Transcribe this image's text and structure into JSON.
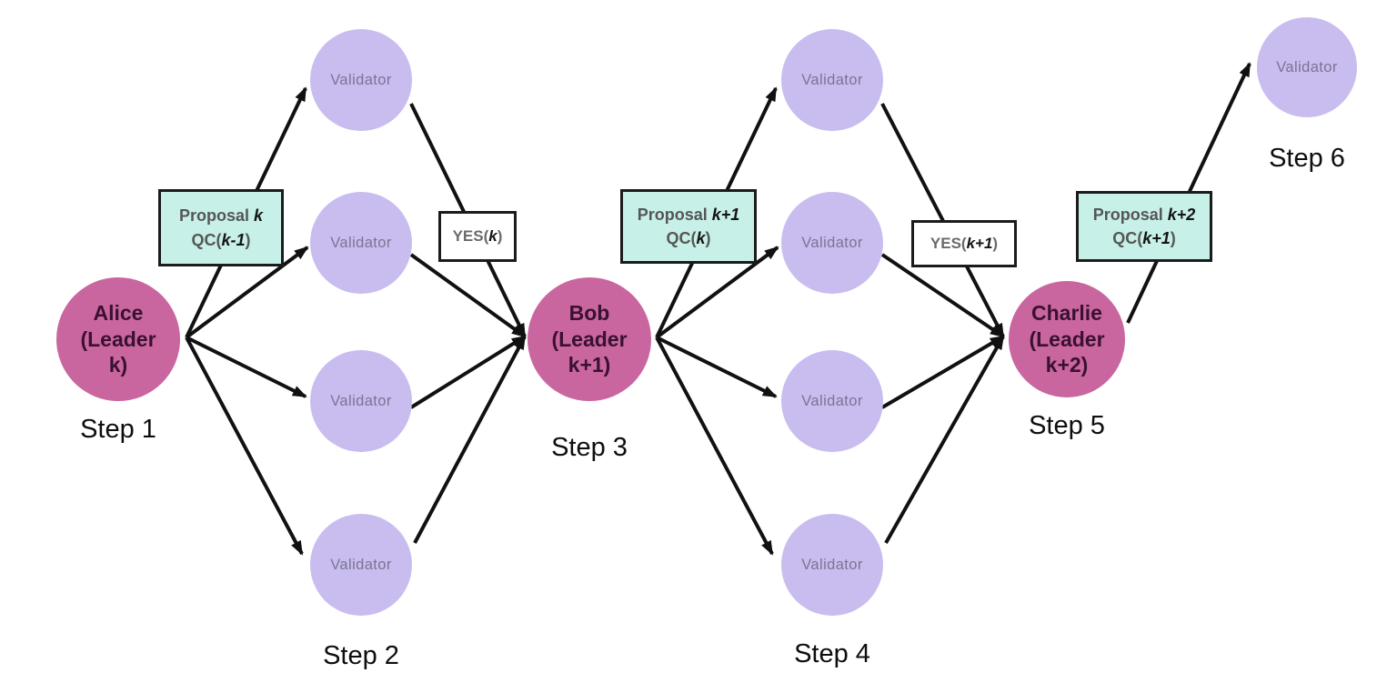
{
  "colors": {
    "background": "#ffffff",
    "leader-fill": "#c9669f",
    "leader-text": "#3a1033",
    "validator-fill": "#c9bdf0",
    "validator-text": "#7b7494",
    "proposal-fill": "#c7f1e8",
    "box-border": "#1b1b1b",
    "yes-fill": "#ffffff",
    "arrow": "#111111",
    "step-text": "#0e0e0e"
  },
  "labels": {
    "validator": "Validator"
  },
  "leaders": [
    {
      "line1": "Alice",
      "line2": "(Leader",
      "line3": "k)"
    },
    {
      "line1": "Bob",
      "line2": "(Leader",
      "line3": "k+1)"
    },
    {
      "line1": "Charlie",
      "line2": "(Leader",
      "line3": "k+2)"
    }
  ],
  "proposal_boxes": [
    {
      "line1_prefix": "Proposal ",
      "line1_var": "k",
      "line2_prefix": "QC(",
      "line2_var": "k-1",
      "line2_suffix": ")"
    },
    {
      "line1_prefix": "Proposal ",
      "line1_var": "k+1",
      "line2_prefix": "QC(",
      "line2_var": "k",
      "line2_suffix": ")"
    },
    {
      "line1_prefix": "Proposal ",
      "line1_var": "k+2",
      "line2_prefix": "QC(",
      "line2_var": "k+1",
      "line2_suffix": ")"
    }
  ],
  "yes_boxes": [
    {
      "prefix": "YES(",
      "var": "k",
      "suffix": ")"
    },
    {
      "prefix": "YES(",
      "var": "k+1",
      "suffix": ")"
    }
  ],
  "steps": [
    "Step 1",
    "Step 2",
    "Step 3",
    "Step 4",
    "Step 5",
    "Step 6"
  ]
}
